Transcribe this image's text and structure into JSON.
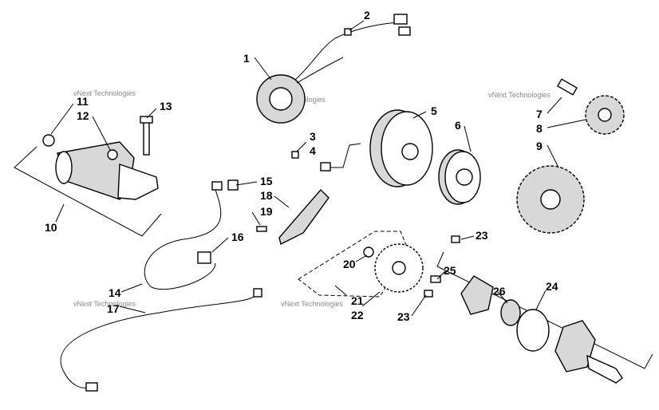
{
  "watermarks": [
    "vNext Technologies",
    "vNext Technologies",
    "vNext Technologies",
    "vNext Technologies",
    "vNext Technologies"
  ],
  "callouts": [
    "1",
    "2",
    "3",
    "4",
    "5",
    "6",
    "7",
    "8",
    "9",
    "10",
    "11",
    "12",
    "13",
    "14",
    "15",
    "16",
    "17",
    "18",
    "19",
    "20",
    "21",
    "22",
    "23",
    "23",
    "24",
    "25",
    "26"
  ]
}
